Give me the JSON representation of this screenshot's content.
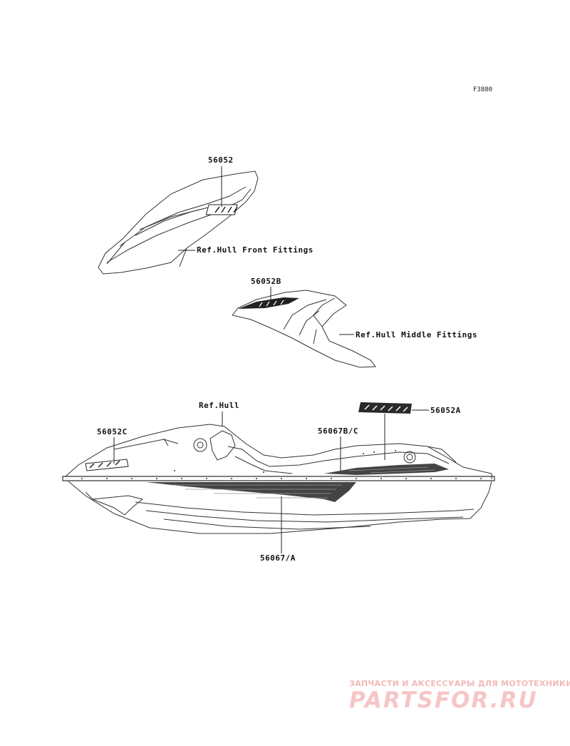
{
  "figure_code": "F3880",
  "parts": {
    "front_decal": "56052",
    "middle_decal": "56052B",
    "deck_logo": "56052A",
    "side_stripe": "56067B/C",
    "front_name": "56052C",
    "hull_stripe": "56067/A"
  },
  "references": {
    "front": "Ref.Hull Front Fittings",
    "middle": "Ref.Hull Middle Fittings",
    "hull": "Ref.Hull"
  },
  "watermark": {
    "tagline": "ЗАПЧАСТИ И АКСЕССУАРЫ ДЛЯ МОТОТЕХНИКИ",
    "brand": "PARTSFOR.RU"
  },
  "colors": {
    "ink": "#111111",
    "watermark": "#f2b9b9"
  }
}
